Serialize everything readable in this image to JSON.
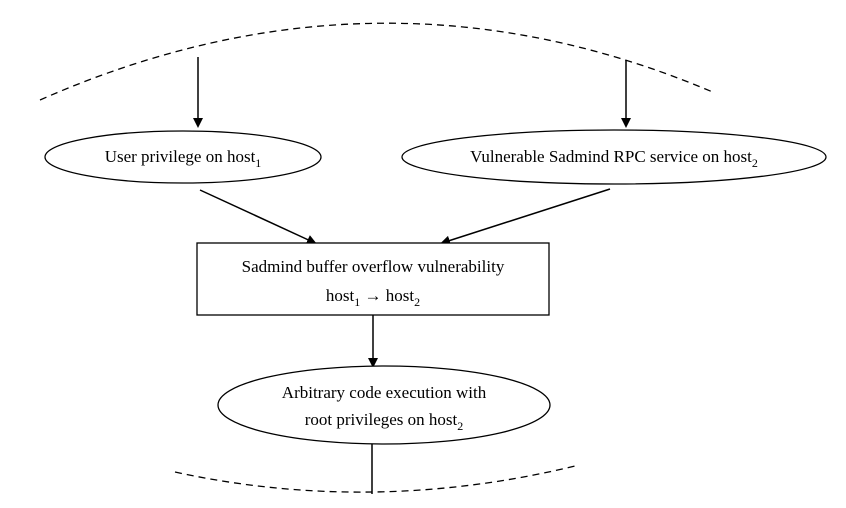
{
  "colors": {
    "stroke": "#000000",
    "background": "#ffffff",
    "text": "#000000"
  },
  "nodes": {
    "user_privilege": {
      "label": "User privilege on host",
      "subscript": "1"
    },
    "vulnerable_service": {
      "label": "Vulnerable Sadmind RPC service on  host",
      "subscript": "2"
    },
    "buffer_overflow": {
      "line1": "Sadmind buffer overflow vulnerability",
      "line2_host_a": "host",
      "line2_sub_a": "1",
      "line2_arrow": " → ",
      "line2_host_b": "host",
      "line2_sub_b": "2"
    },
    "code_execution": {
      "line1": "Arbitrary code execution with",
      "line2": "root privileges on host",
      "line2_sub": "2"
    }
  }
}
